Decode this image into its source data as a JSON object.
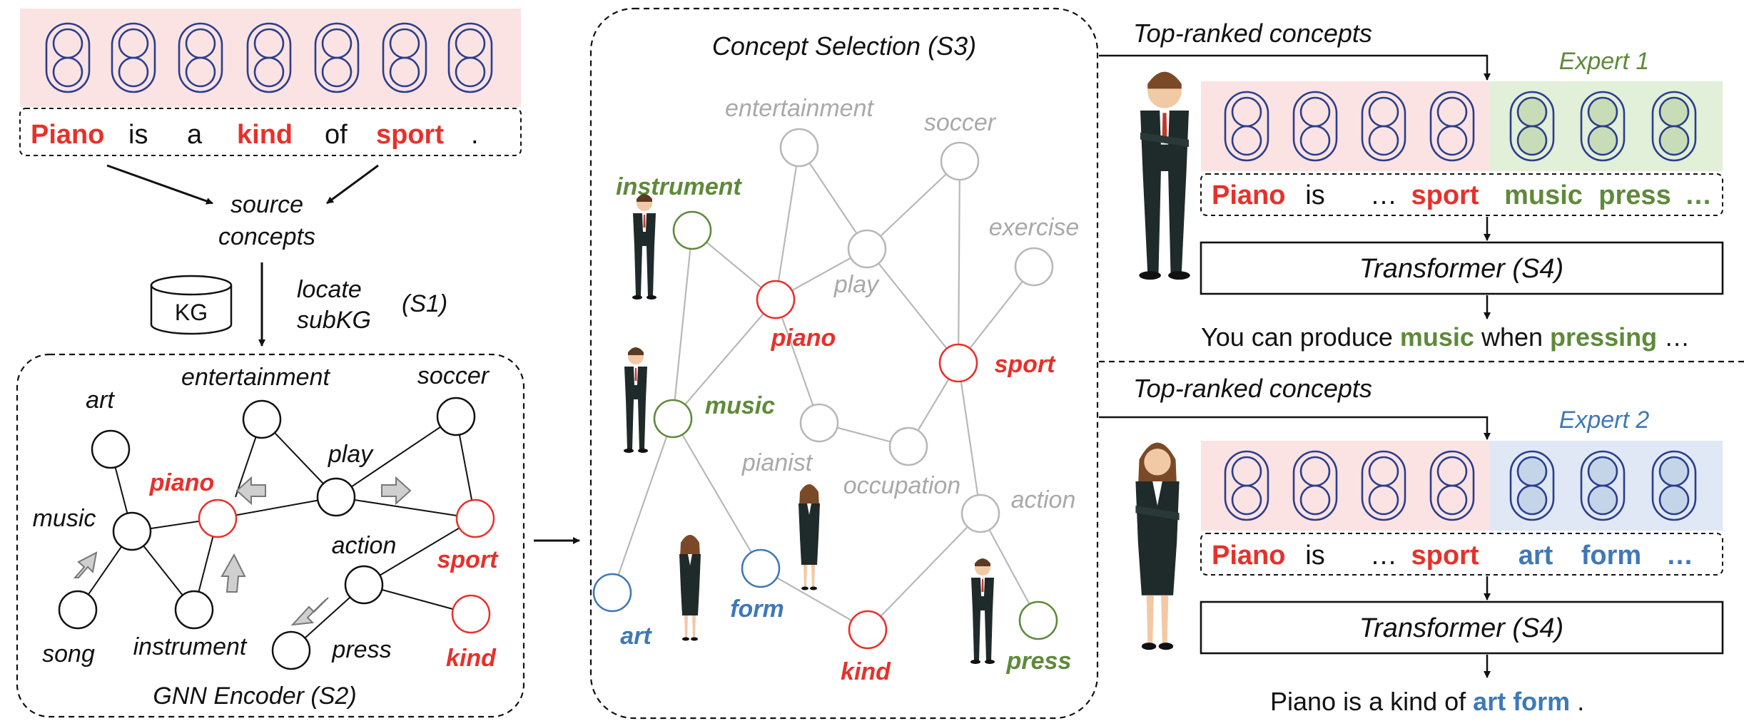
{
  "colors": {
    "red": "#e8302a",
    "green": "#5e8a3a",
    "blue": "#3f78b8",
    "gray_text": "#a9a9a9",
    "gray_edge": "#b8b8b8",
    "pink_bg": "#fbe3e3",
    "green_bg": "#e2efd9",
    "blue_bg": "#dfe8f4",
    "navy": "#2b3e8c"
  },
  "panel1": {
    "sentence": [
      "Piano",
      "is",
      "a",
      "kind",
      "of",
      "sport",
      "."
    ],
    "source_label": [
      "source",
      "concepts"
    ],
    "kg_label": "KG",
    "locate_label": [
      "locate",
      "subKG"
    ],
    "locate_step": "(S1)"
  },
  "gnn": {
    "title": "GNN Encoder (S2)",
    "nodes": [
      "art",
      "entertainment",
      "soccer",
      "music",
      "piano",
      "play",
      "sport",
      "action",
      "song",
      "instrument",
      "press",
      "kind"
    ]
  },
  "selection": {
    "title": "Concept Selection (S3)",
    "nodes": [
      "entertainment",
      "soccer",
      "exercise",
      "instrument",
      "play",
      "piano",
      "sport",
      "music",
      "pianist",
      "occupation",
      "action",
      "art",
      "form",
      "kind",
      "press"
    ]
  },
  "expert1": {
    "header": "Top-ranked concepts",
    "label": "Expert 1",
    "tokens": [
      "Piano",
      "is",
      "…",
      "sport",
      "music",
      "press",
      "…"
    ],
    "transformer": "Transformer (S4)",
    "output": [
      "You can produce ",
      "music",
      " when ",
      "pressing",
      " …"
    ]
  },
  "expert2": {
    "header": "Top-ranked concepts",
    "label": "Expert 2",
    "tokens": [
      "Piano",
      "is",
      "…",
      "sport",
      "art",
      "form",
      "…"
    ],
    "transformer": "Transformer (S4)",
    "output": [
      "Piano is a kind of ",
      "art form",
      " ."
    ]
  }
}
